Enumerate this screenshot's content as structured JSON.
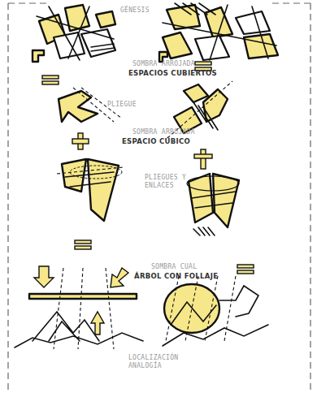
{
  "diagram": {
    "labels": [
      "GÉNESIS",
      "SOMBRA ARROJADA",
      "ESPACIOS CUBIERTOS",
      "PLIEGUE",
      "SOMBRA ARROJADA",
      "ESPACIO CÚBICO",
      "PLIEGUES Y ENLACES",
      "SOMBRA CUAL",
      "ÁRBOL CON FOLLAJE",
      "LOCALIZACIÓN ANALOGÍA"
    ]
  }
}
